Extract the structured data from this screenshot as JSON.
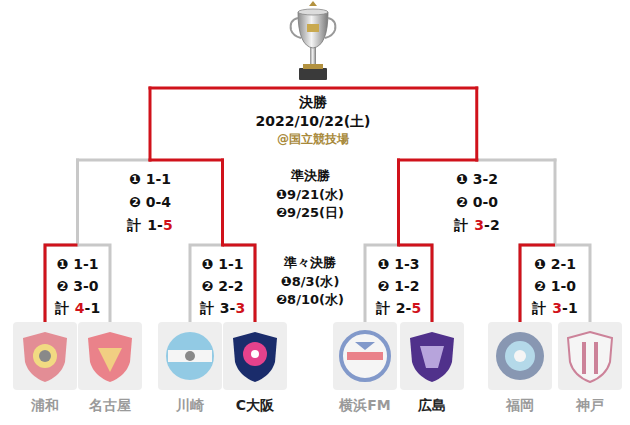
{
  "diagram": {
    "nodes": [
      {
        "text": [
          "浦和"
        ]
      },
      {
        "text": [
          "名古屋"
        ]
      },
      {
        "text": [
          "川崎"
        ]
      },
      {
        "text": [
          "C大阪"
        ]
      },
      {
        "text": [
          "横浜FM"
        ]
      },
      {
        "text": [
          "広島"
        ]
      },
      {
        "text": [
          "福岡"
        ]
      },
      {
        "text": [
          "神戸"
        ]
      }
    ],
    "edges": [
      {
        "from": 0,
        "to": 1,
        "arrow": "none"
      },
      {
        "from": 2,
        "to": 3,
        "arrow": "none"
      },
      {
        "from": 4,
        "to": 5,
        "arrow": "none"
      },
      {
        "from": 6,
        "to": 7,
        "arrow": "none"
      }
    ],
    "labels": [
      "決勝",
      "2022/10/22(土)",
      "@国立競技場",
      "準決勝",
      "❶9/21(水)",
      "❷9/25(日)",
      "準々決勝",
      "❶8/3(水)",
      "❷8/10(水)",
      "❶ 1-1",
      "❷ 0-4",
      "計",
      "1-",
      "5",
      "❶ 3-2",
      "❷ 0-0",
      "計",
      "3",
      "-2",
      "❶ 1-1",
      "❷ 3-0",
      "計",
      "4",
      "-1",
      "❶ 1-1",
      "❷ 2-2",
      "計",
      "3-",
      "3",
      "❶ 1-3",
      "❷ 1-2",
      "計",
      "2-",
      "5",
      "❶ 2-1",
      "❷ 1-0",
      "計",
      "3",
      "-1"
    ]
  }
}
